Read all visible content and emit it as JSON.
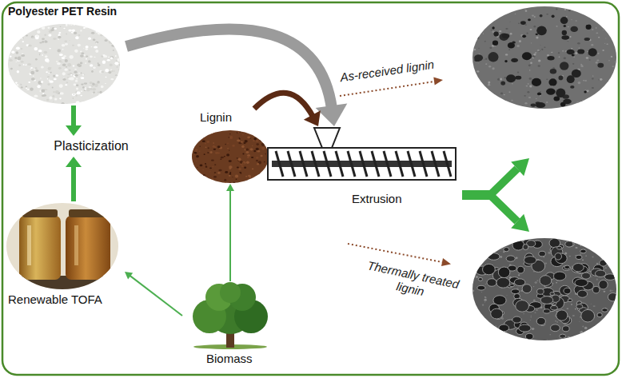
{
  "diagram": {
    "nodes": [
      {
        "text": [
          "Polyester PET Resin"
        ]
      },
      {
        "text": [
          "Plasticization"
        ]
      },
      {
        "text": [
          "Lignin"
        ]
      },
      {
        "text": [
          "Extrusion"
        ]
      },
      {
        "text": [
          "Renewable TOFA"
        ]
      },
      {
        "text": [
          "Biomass"
        ]
      }
    ],
    "edges": [
      {
        "from": 0,
        "to": 3,
        "arrow": "to"
      },
      {
        "from": 2,
        "to": 3,
        "arrow": "to"
      },
      {
        "from": 0,
        "to": 1,
        "arrow": "to"
      },
      {
        "from": 4,
        "to": 1,
        "arrow": "to"
      },
      {
        "from": 5,
        "to": 2,
        "arrow": "to"
      },
      {
        "from": 5,
        "to": 4,
        "arrow": "to"
      }
    ],
    "labels": [
      "As-received lignin",
      "Thermally treated lignin"
    ]
  }
}
